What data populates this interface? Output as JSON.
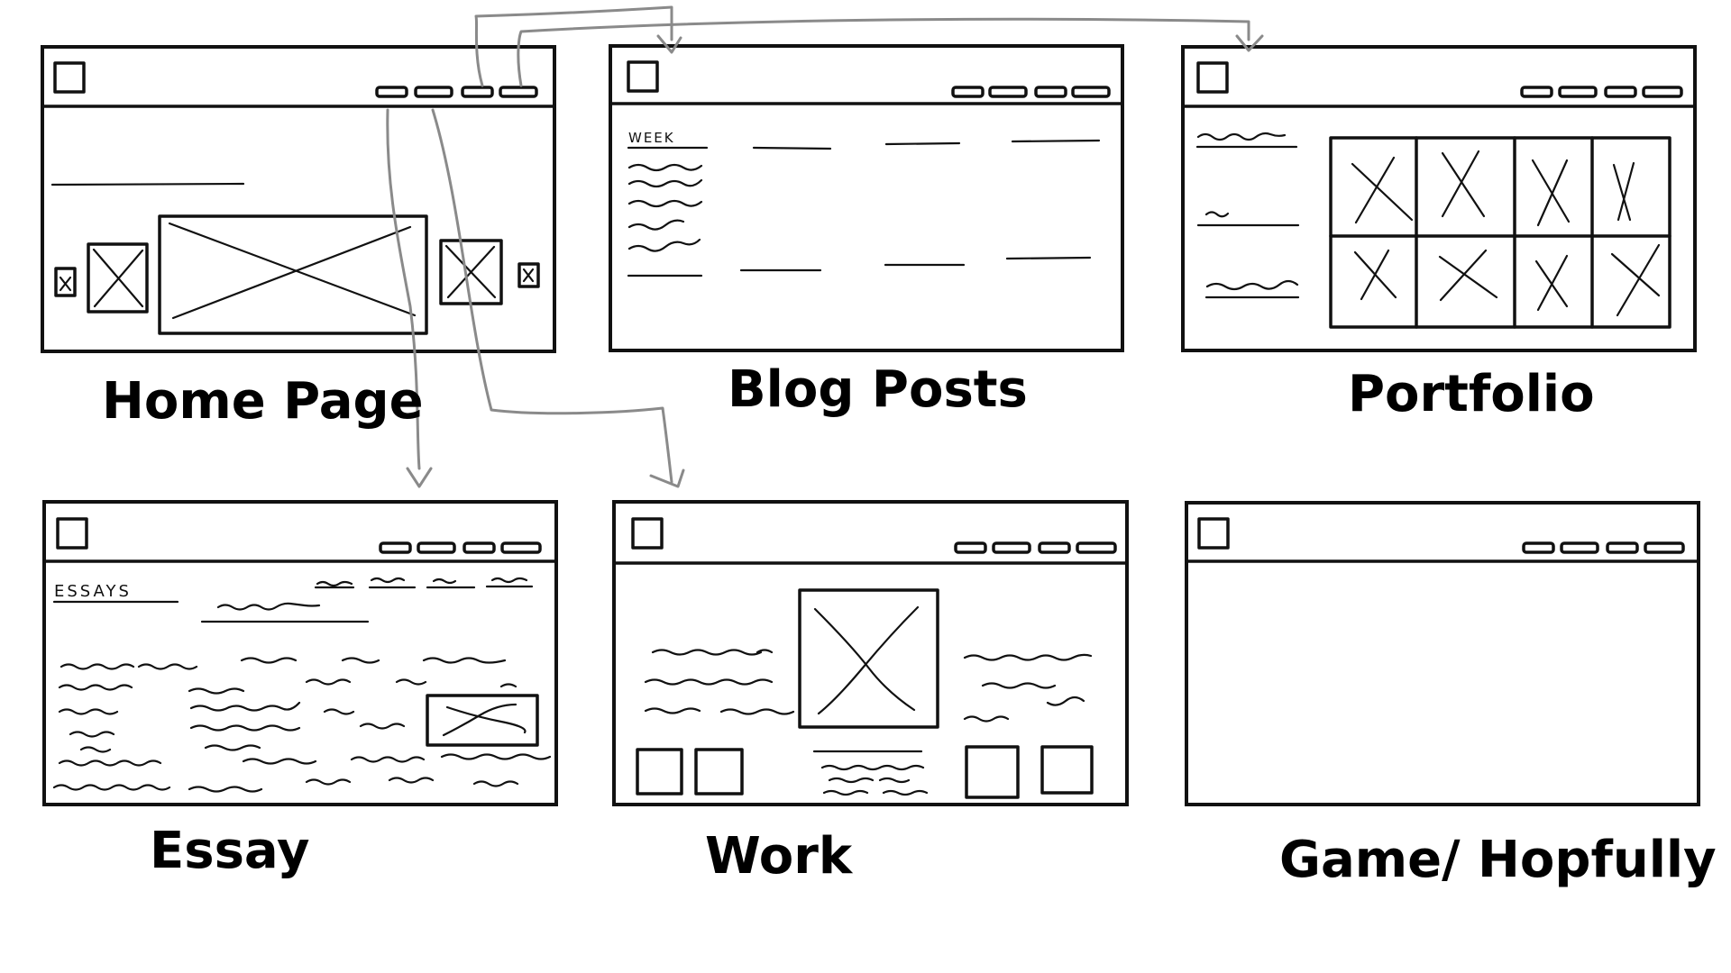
{
  "captions": {
    "home": "Home Page",
    "blog": "Blog Posts",
    "portfolio": "Portfolio",
    "essay": "Essay",
    "work": "Work",
    "game": "Game/ Hopfully"
  },
  "sketch_text": {
    "blog_week": "WEEK",
    "essays_heading": "ESSAYS"
  },
  "colors": {
    "ink": "#111111",
    "arrow": "#8a8a8a",
    "background": "#ffffff"
  }
}
